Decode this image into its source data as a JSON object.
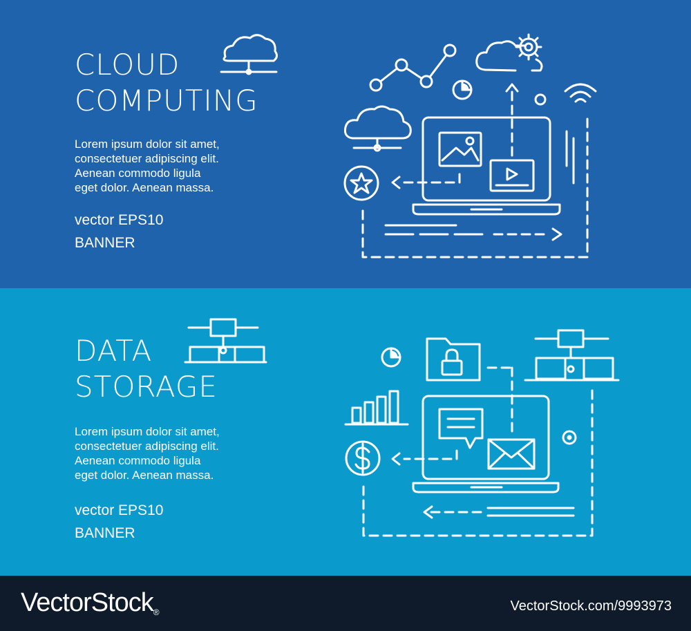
{
  "colors": {
    "banner_top": "#1f63ad",
    "banner_bottom": "#0b9acc",
    "footer": "#0f1a2b",
    "line": "#ffffff"
  },
  "banner_cloud": {
    "title_line1": "CLOUD",
    "title_line2": "COMPUTING",
    "body": [
      "Lorem ipsum dolor sit amet,",
      "consectetuer adipiscing elit.",
      "Aenean commodo ligula",
      "eget dolor. Aenean massa."
    ],
    "sub1": "vector EPS10",
    "sub2": "BANNER"
  },
  "banner_data": {
    "title_line1": "DATA",
    "title_line2": "STORAGE",
    "body": [
      "Lorem ipsum dolor sit amet,",
      "consectetuer adipiscing elit.",
      "Aenean commodo ligula",
      "eget dolor. Aenean massa."
    ],
    "sub1": "vector EPS10",
    "sub2": "BANNER"
  },
  "footer": {
    "brand": "VectorStock",
    "registered": "®",
    "url": "VectorStock.com/9993973"
  },
  "icons": [
    "cloud-network-icon",
    "line-chart-icon",
    "cloud-gear-icon",
    "pie-chart-icon",
    "wifi-icon",
    "cloud-icon",
    "laptop-icon",
    "image-icon",
    "video-icon",
    "star-icon",
    "network-icon",
    "folder-lock-icon",
    "bar-chart-icon",
    "dollar-icon",
    "chat-icon",
    "envelope-icon"
  ]
}
